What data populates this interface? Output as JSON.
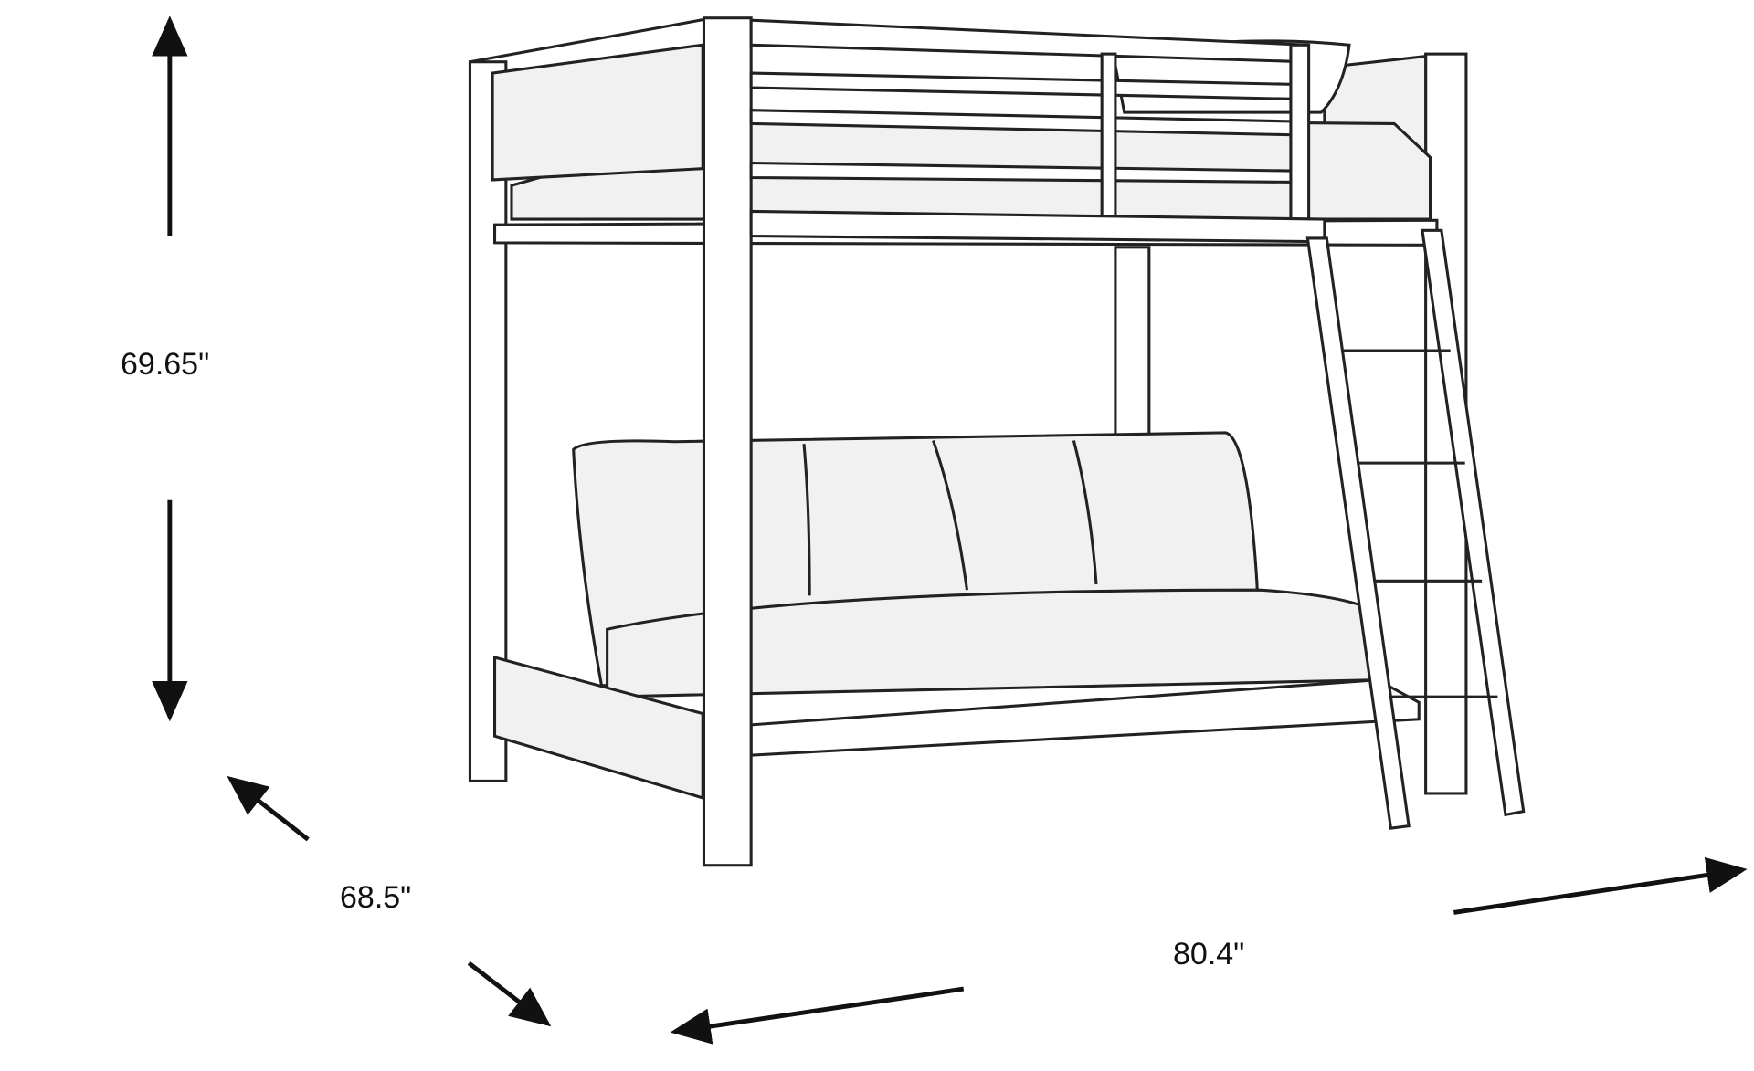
{
  "dimensions": {
    "height": "69.65\"",
    "depth": "68.5\"",
    "width": "80.4\""
  },
  "colors": {
    "line": "#222222",
    "background": "#ffffff"
  }
}
